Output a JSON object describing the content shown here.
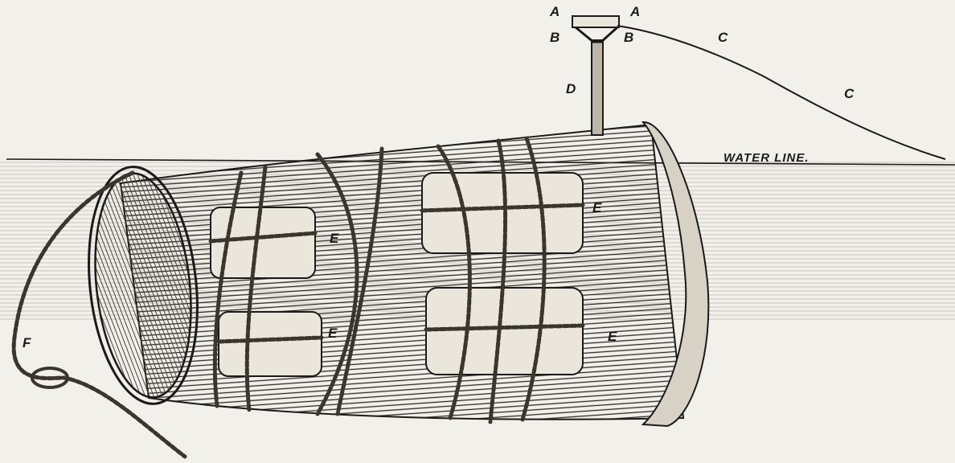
{
  "figure": {
    "labels": {
      "a_left": "A",
      "a_right": "A",
      "b_left": "B",
      "b_right": "B",
      "c_upper": "C",
      "c_lower": "C",
      "d": "D",
      "e_1": "E",
      "e_2": "E",
      "e_3": "E",
      "e_4": "E",
      "f": "F",
      "water_line": "WATER LINE."
    },
    "colors": {
      "paper": "#f2f0ea",
      "ink": "#1a1a1a",
      "wood": "#6b6257",
      "wood_dark": "#3b352e",
      "rope": "#5c554c"
    }
  }
}
